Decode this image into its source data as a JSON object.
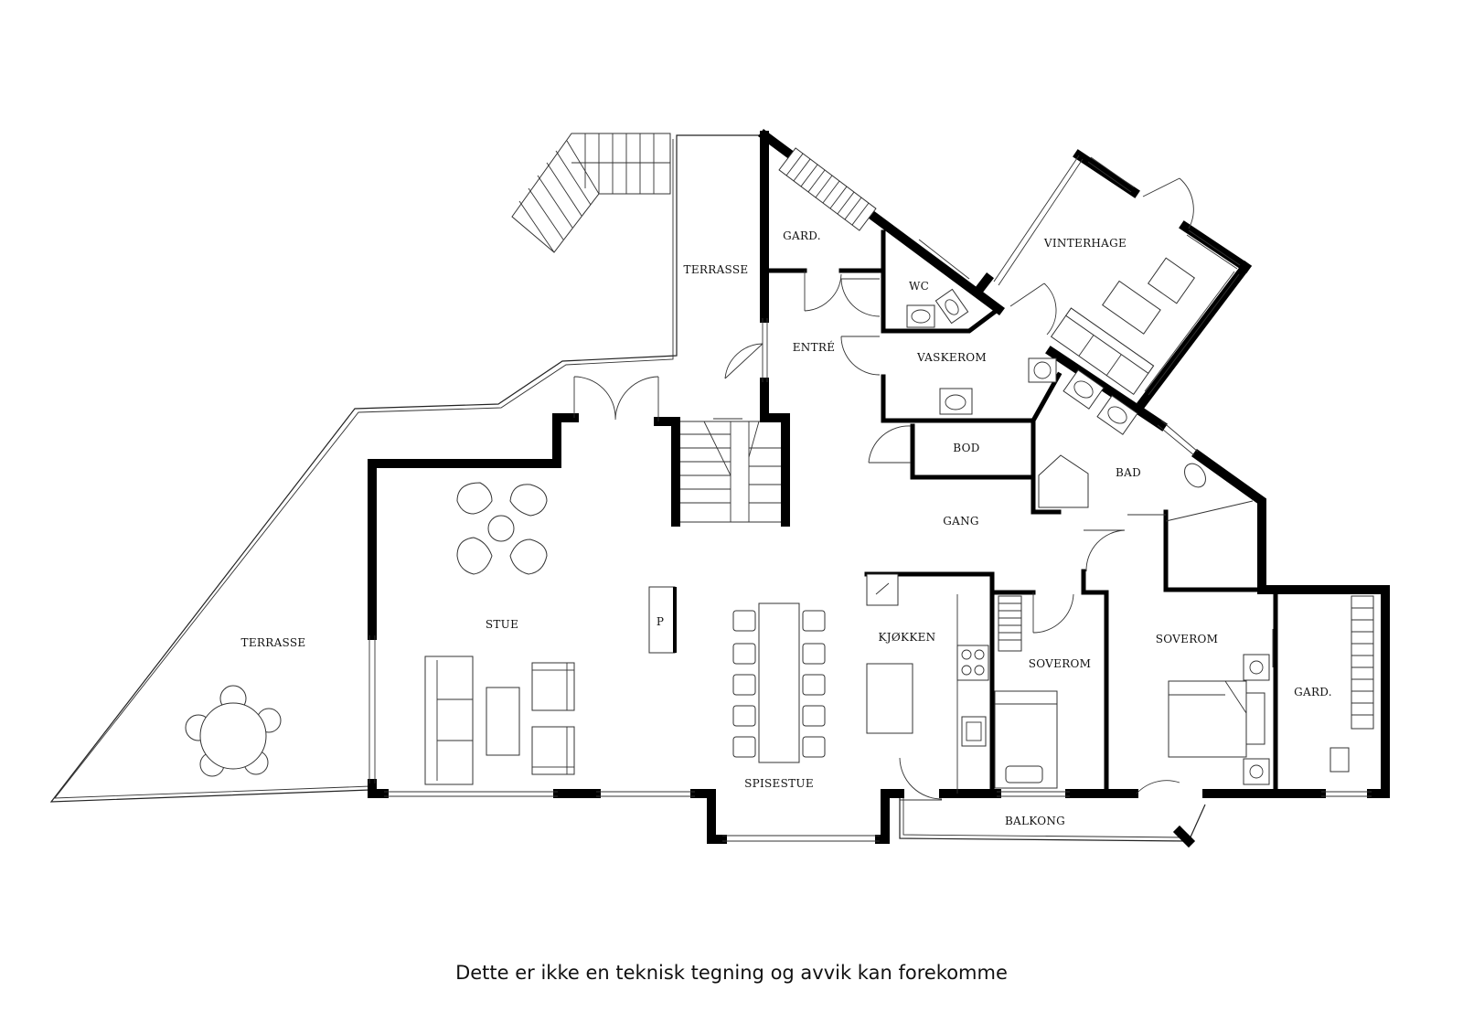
{
  "rooms": {
    "terrasse_top": "TERRASSE",
    "terrasse_left": "TERRASSE",
    "gard_top": "GARD.",
    "wc": "WC",
    "vinterhage": "VINTERHAGE",
    "entre": "ENTRÉ",
    "vaskerom": "VASKEROM",
    "bod": "BOD",
    "bad": "BAD",
    "gang": "GANG",
    "stue": "STUE",
    "p": "P",
    "kjokken": "KJØKKEN",
    "soverom_small": "SOVEROM",
    "soverom_large": "SOVEROM",
    "gard_right": "GARD.",
    "spisestue": "SPISESTUE",
    "balkong": "BALKONG"
  },
  "disclaimer": "Dette er ikke en teknisk tegning og avvik kan forekomme"
}
